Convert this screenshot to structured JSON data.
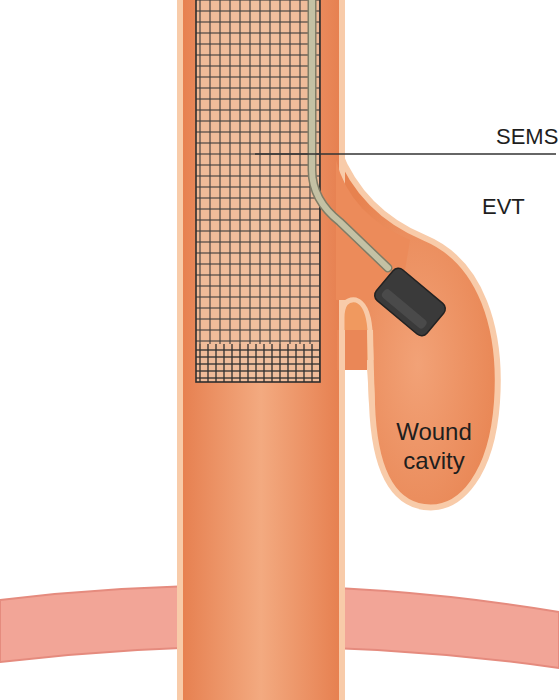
{
  "diagram": {
    "labels": [
      "SEMS",
      "EVT",
      "Wound cavity"
    ]
  }
}
